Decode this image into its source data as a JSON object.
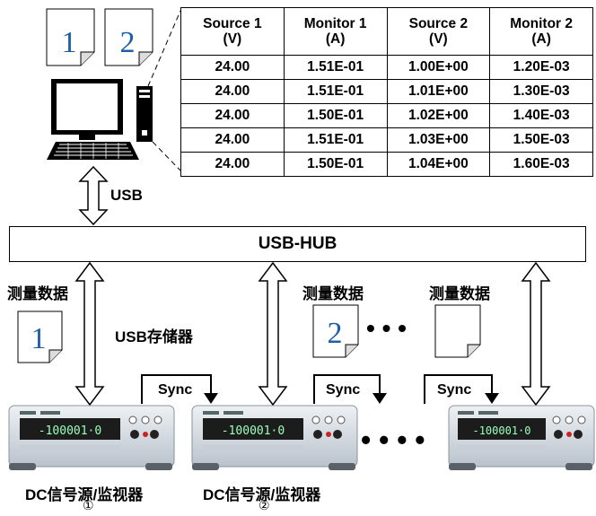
{
  "table": {
    "headers": [
      {
        "line1": "Source 1",
        "line2": "(V)"
      },
      {
        "line1": "Monitor 1",
        "line2": "(A)"
      },
      {
        "line1": "Source 2",
        "line2": "(V)"
      },
      {
        "line1": "Monitor 2",
        "line2": "(A)"
      }
    ],
    "rows": [
      [
        "24.00",
        "1.51E-01",
        "1.00E+00",
        "1.20E-03"
      ],
      [
        "24.00",
        "1.51E-01",
        "1.01E+00",
        "1.30E-03"
      ],
      [
        "24.00",
        "1.50E-01",
        "1.02E+00",
        "1.40E-03"
      ],
      [
        "24.00",
        "1.51E-01",
        "1.03E+00",
        "1.50E-03"
      ],
      [
        "24.00",
        "1.50E-01",
        "1.04E+00",
        "1.60E-03"
      ]
    ]
  },
  "files": {
    "top_left": "1",
    "top_right": "2",
    "device1": "1",
    "device2": "2",
    "device3": ""
  },
  "labels": {
    "usb": "USB",
    "hub": "USB-HUB",
    "measurement_data": "测量数据",
    "usb_storage": "USB存储器",
    "sync": "Sync",
    "dots": "• • •",
    "device_name": "DC信号源/监视器",
    "device1_num": "①",
    "device2_num": "②"
  },
  "colors": {
    "file_number": "#1d5fa8",
    "device_body": "#dfe4ea",
    "device_display": "#1c1c1c"
  }
}
